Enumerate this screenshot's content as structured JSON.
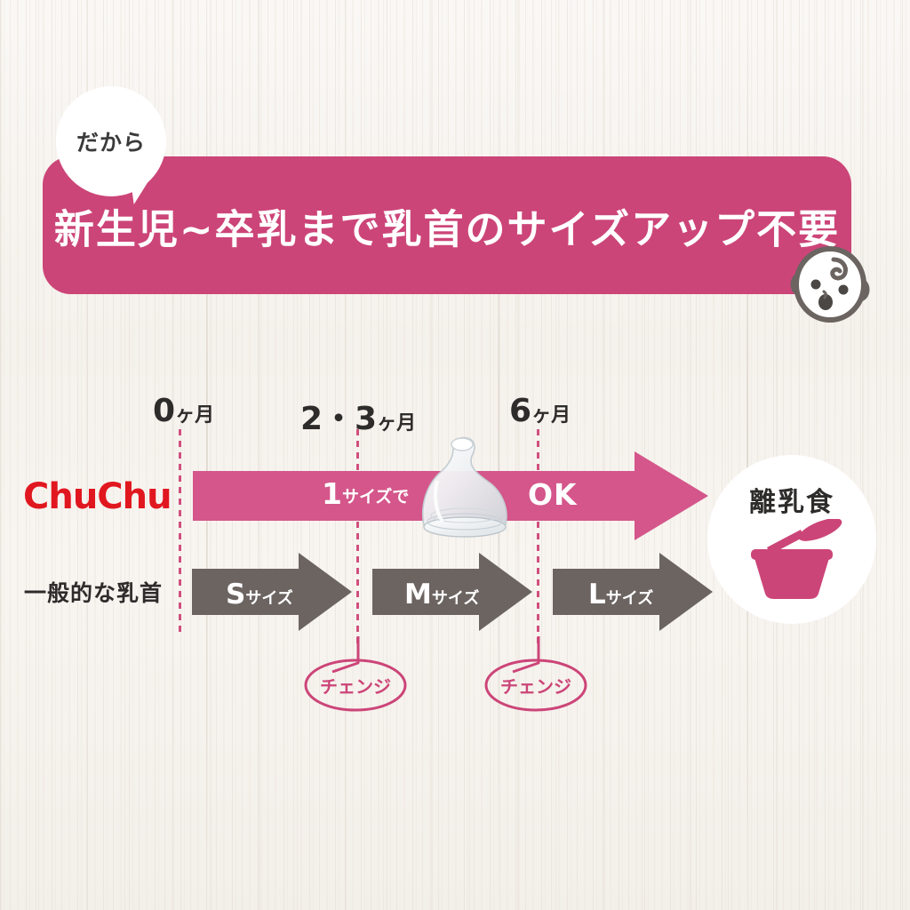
{
  "colors": {
    "banner_pink": "#cc4578",
    "arrow_pink": "#d4568a",
    "gray": "#6b6461",
    "logo_red": "#e1171f",
    "dash_pink": "#d0507e",
    "text_dark": "#2e2c2b",
    "background": "#f7f4f0",
    "white": "#ffffff"
  },
  "header": {
    "bubble_label": "だから",
    "banner_title": "新生児~卒乳まで乳首のサイズアップ不要",
    "baby_icon": "baby-face-icon"
  },
  "timeline": {
    "markers": [
      {
        "number": "0",
        "unit": "ヶ月"
      },
      {
        "number": "2・3",
        "unit": "ヶ月"
      },
      {
        "number": "6",
        "unit": "ヶ月"
      }
    ]
  },
  "chuchu_row": {
    "brand": "ChuChu",
    "arrow_label_number": "1",
    "arrow_label_suffix": "サイズで",
    "arrow_label_ok": "OK",
    "product_icon": "baby-bottle-nipple-icon"
  },
  "weaning": {
    "label": "離乳食",
    "icon": "bowl-and-spoon-icon"
  },
  "generic_row": {
    "label": "一般的な乳首",
    "arrows": [
      {
        "letter": "S",
        "suffix": "サイズ"
      },
      {
        "letter": "M",
        "suffix": "サイズ"
      },
      {
        "letter": "L",
        "suffix": "サイズ"
      }
    ]
  },
  "change_bubbles": [
    {
      "label": "チェンジ"
    },
    {
      "label": "チェンジ"
    }
  ]
}
